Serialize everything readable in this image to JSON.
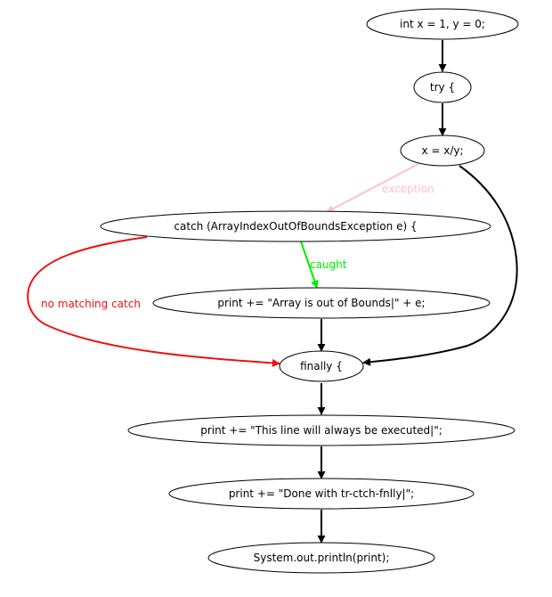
{
  "nodes": {
    "init": "int x = 1, y = 0;",
    "try": "try {",
    "divide": "x = x/y;",
    "catch": "catch (ArrayIndexOutOfBoundsException e) {",
    "print_bounds": "print += \"Array is out of Bounds|\" + e;",
    "finally": "finally {",
    "print_always": "print += \"This line will always be executed|\";",
    "print_done": "print += \"Done with tr-ctch-fnlly|\";",
    "println": "System.out.println(print);"
  },
  "edge_labels": {
    "exception": "exception",
    "caught": "caught",
    "no_match": "no matching catch"
  },
  "colors": {
    "default": "#000000",
    "exception": "#ffc0cb",
    "caught": "#00ee00",
    "no_match": "#ee1111"
  }
}
